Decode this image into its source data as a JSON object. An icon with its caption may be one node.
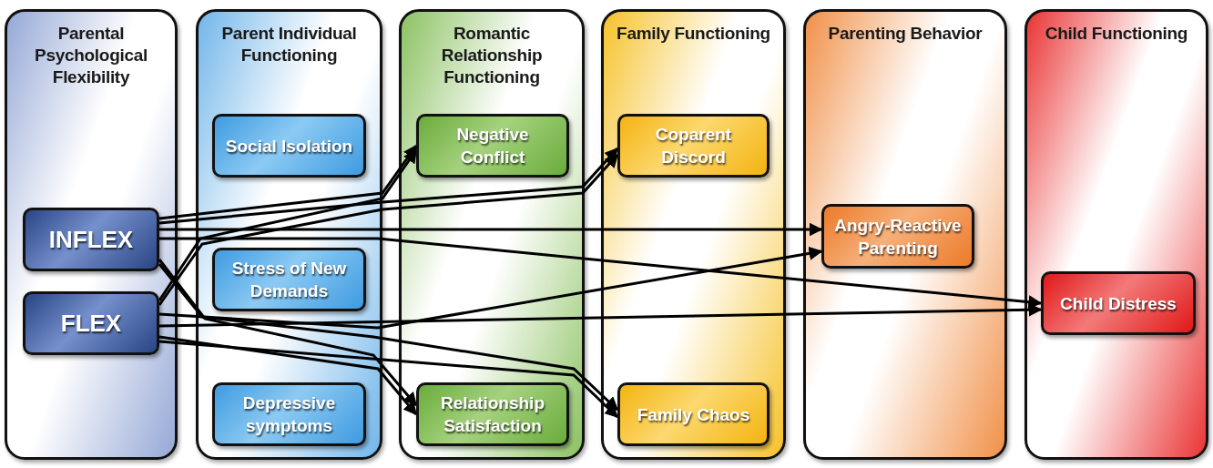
{
  "diagram": {
    "nodes": [
      {
        "text": [
          "Parental Psychological Flexibility"
        ]
      },
      {
        "text": [
          "Parent Individual Functioning"
        ]
      },
      {
        "text": [
          "Romantic Relationship Functioning"
        ]
      },
      {
        "text": [
          "Family Functioning"
        ]
      },
      {
        "text": [
          "Parenting Behavior"
        ]
      },
      {
        "text": [
          "Child Functioning"
        ]
      },
      {
        "text": [
          "INFLEX"
        ],
        "in": 0
      },
      {
        "text": [
          "FLEX"
        ],
        "in": 0
      },
      {
        "text": [
          "Social Isolation"
        ],
        "in": 1
      },
      {
        "text": [
          "Stress of New Demands"
        ],
        "in": 1
      },
      {
        "text": [
          "Depressive symptoms"
        ],
        "in": 1
      },
      {
        "text": [
          "Negative Conflict"
        ],
        "in": 2
      },
      {
        "text": [
          "Relationship Satisfaction"
        ],
        "in": 2
      },
      {
        "text": [
          "Coparent Discord"
        ],
        "in": 3
      },
      {
        "text": [
          "Family Chaos"
        ],
        "in": 3
      },
      {
        "text": [
          "Angry-Reactive Parenting"
        ],
        "in": 4
      },
      {
        "text": [
          "Child Distress"
        ],
        "in": 5
      }
    ],
    "edges": [
      {
        "from": 6,
        "to": 11,
        "arrow": "to"
      },
      {
        "from": 6,
        "to": 13,
        "arrow": "to"
      },
      {
        "from": 6,
        "to": 15,
        "arrow": "to"
      },
      {
        "from": 6,
        "to": 16,
        "arrow": "to"
      },
      {
        "from": 6,
        "to": 12,
        "arrow": "to"
      },
      {
        "from": 6,
        "to": 14,
        "arrow": "to"
      },
      {
        "from": 7,
        "to": 11,
        "arrow": "to"
      },
      {
        "from": 7,
        "to": 13,
        "arrow": "to"
      },
      {
        "from": 7,
        "to": 15,
        "arrow": "to"
      },
      {
        "from": 7,
        "to": 16,
        "arrow": "to"
      },
      {
        "from": 7,
        "to": 12,
        "arrow": "to"
      },
      {
        "from": 7,
        "to": 14,
        "arrow": "to"
      }
    ]
  }
}
